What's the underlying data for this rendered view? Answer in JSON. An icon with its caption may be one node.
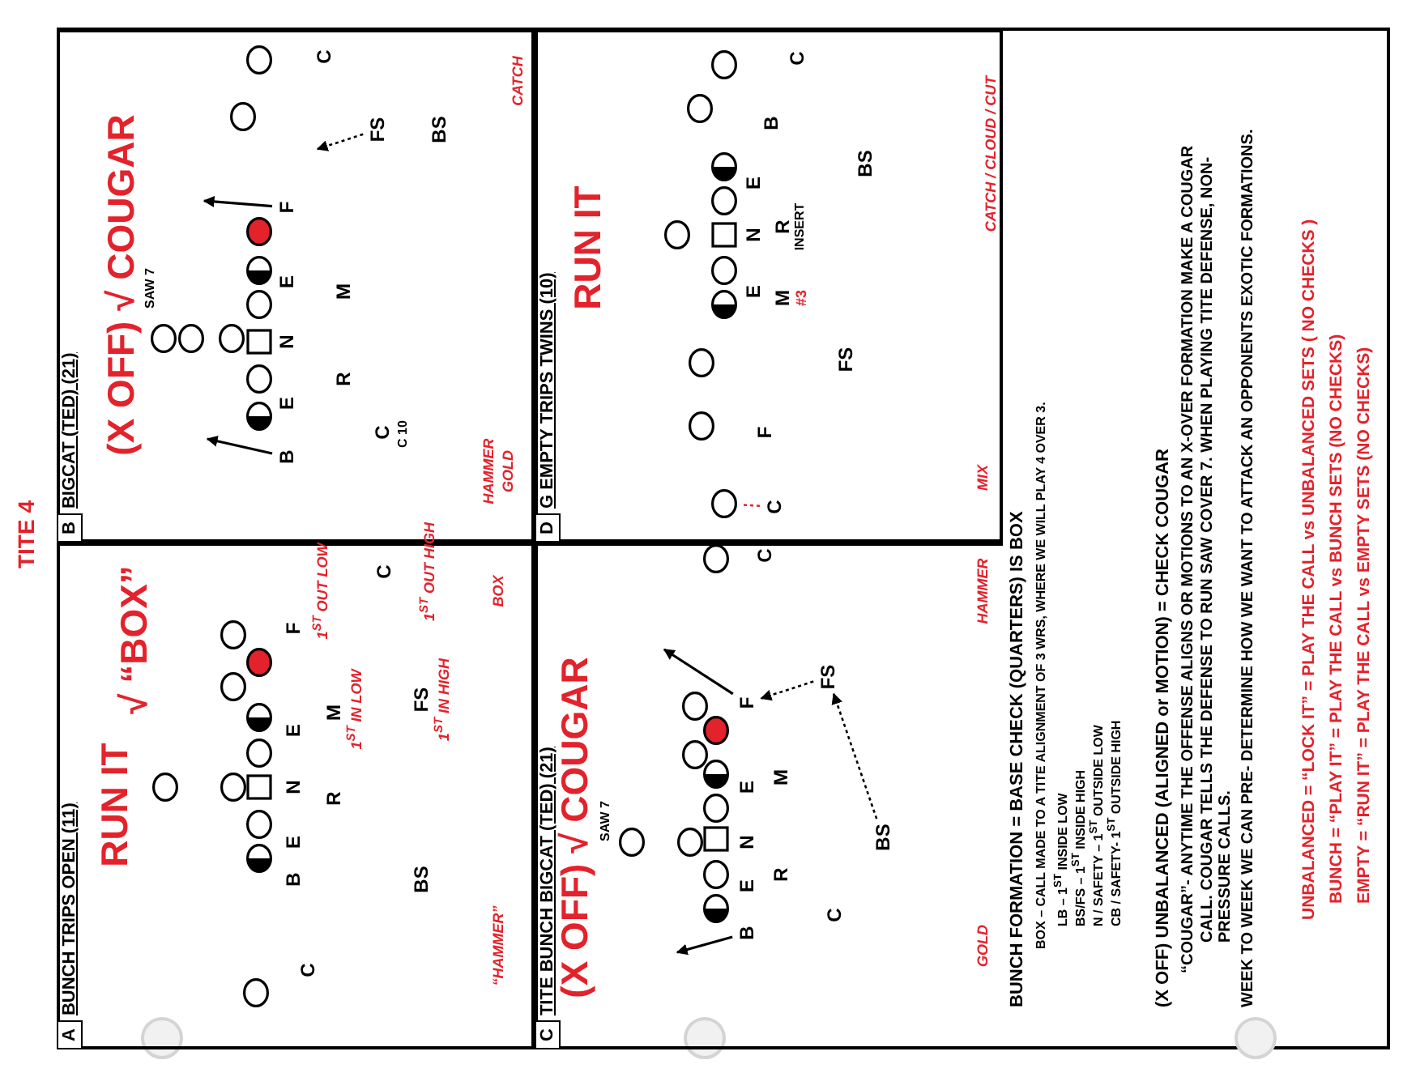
{
  "diagram": {
    "title": "TITE 4",
    "nodes": [
      {
        "text": [
          "A",
          "BUNCH TRIPS OPEN (11)"
        ]
      },
      {
        "text": [],
        "shape": "circle",
        "in": 0
      },
      {
        "text": [],
        "shape": "circle",
        "in": 0
      },
      {
        "text": [],
        "shape": "circle",
        "in": 0
      },
      {
        "text": [],
        "shape": "circle",
        "in": 0
      },
      {
        "text": [],
        "shape": "circle",
        "in": 0
      },
      {
        "text": [],
        "shape": "circle",
        "in": 0
      },
      {
        "text": [],
        "shape": "circle",
        "in": 0
      },
      {
        "text": [],
        "shape": "box",
        "in": 0
      },
      {
        "text": [],
        "shape": "circle",
        "in": 0
      },
      {
        "text": [],
        "shape": "circle",
        "in": 0
      },
      {
        "text": [],
        "shape": "circle",
        "in": 0
      },
      {
        "text": [
          "B",
          "BIGCAT (TED) (21)"
        ]
      },
      {
        "text": [
          "B"
        ],
        "in": 12
      },
      {
        "text": [
          "F"
        ],
        "in": 12
      },
      {
        "text": [
          "FS"
        ],
        "in": 12
      },
      {
        "text": [],
        "shape": "circle",
        "in": 12
      },
      {
        "text": [],
        "shape": "circle",
        "in": 12
      },
      {
        "text": [],
        "shape": "circle",
        "in": 12
      },
      {
        "text": [],
        "shape": "circle",
        "in": 12
      },
      {
        "text": [],
        "shape": "circle",
        "in": 12
      },
      {
        "text": [],
        "shape": "box",
        "in": 12
      },
      {
        "text": [],
        "shape": "circle",
        "in": 12
      },
      {
        "text": [],
        "shape": "circle",
        "in": 12
      },
      {
        "text": [],
        "shape": "circle",
        "in": 12
      },
      {
        "text": [],
        "shape": "circle",
        "in": 12
      },
      {
        "text": [],
        "shape": "circle",
        "in": 12
      },
      {
        "text": [
          "C",
          "TITE BUNCH BIGCAT (TED) (21)"
        ]
      },
      {
        "text": [
          "B"
        ],
        "in": 27
      },
      {
        "text": [
          "F"
        ],
        "in": 27
      },
      {
        "text": [
          "FS"
        ],
        "in": 27
      },
      {
        "text": [
          "BS"
        ],
        "in": 27
      },
      {
        "text": [],
        "shape": "circle",
        "in": 27
      },
      {
        "text": [],
        "shape": "circle",
        "in": 27
      },
      {
        "text": [],
        "shape": "circle",
        "in": 27
      },
      {
        "text": [],
        "shape": "circle",
        "in": 27
      },
      {
        "text": [],
        "shape": "circle",
        "in": 27
      },
      {
        "text": [],
        "shape": "circle",
        "in": 27
      },
      {
        "text": [],
        "shape": "circle",
        "in": 27
      },
      {
        "text": [],
        "shape": "box",
        "in": 27
      },
      {
        "text": [],
        "shape": "circle",
        "in": 27
      },
      {
        "text": [],
        "shape": "circle",
        "in": 27
      },
      {
        "text": [],
        "shape": "circle",
        "in": 27
      },
      {
        "text": [
          "D",
          "G EMPTY TRIPS TWINS (10)"
        ]
      },
      {
        "text": [
          "C"
        ],
        "in": 43
      },
      {
        "text": [],
        "shape": "circle",
        "in": 43
      },
      {
        "text": [],
        "shape": "circle",
        "in": 43
      },
      {
        "text": [],
        "shape": "circle",
        "in": 43
      },
      {
        "text": [],
        "shape": "circle",
        "in": 43
      },
      {
        "text": [],
        "shape": "circle",
        "in": 43
      },
      {
        "text": [],
        "shape": "circle",
        "in": 43
      },
      {
        "text": [],
        "shape": "circle",
        "in": 43
      },
      {
        "text": [],
        "shape": "circle",
        "in": 43
      },
      {
        "text": [],
        "shape": "box",
        "in": 43
      },
      {
        "text": [],
        "shape": "circle",
        "in": 43
      },
      {
        "text": [],
        "shape": "circle",
        "in": 43
      }
    ],
    "edges": [
      {
        "from": 13,
        "to": null,
        "arrow": "to"
      },
      {
        "from": 14,
        "to": null,
        "arrow": "to"
      },
      {
        "from": 15,
        "to": null,
        "arrow": "to",
        "style": "dashed"
      },
      {
        "from": 28,
        "to": null,
        "arrow": "to"
      },
      {
        "from": 29,
        "to": null,
        "arrow": "to"
      },
      {
        "from": 30,
        "to": 29,
        "arrow": "to",
        "style": "dashed"
      },
      {
        "from": 31,
        "to": 30,
        "arrow": "to",
        "style": "dashed"
      },
      {
        "from": 44,
        "to": 45,
        "arrow": "none",
        "style": "dashed",
        "color": "#e3222b"
      }
    ],
    "labels": [
      "RUN IT",
      "√ “BOX”",
      "C",
      "B",
      "E",
      "N",
      "E",
      "F",
      "1$^{ST}$ OUT LOW",
      "R",
      "M",
      "1$^{ST}$ IN LOW",
      "C",
      "BS",
      "FS",
      "1$^{ST}$ IN HIGH",
      "1$^{ST}$ OUT HIGH",
      "“HAMMER”",
      "BOX",
      "(X OFF) √ COUGAR",
      "SAW 7",
      "E",
      "N",
      "E",
      "R",
      "M",
      "C",
      "C 10",
      "C",
      "BS",
      "HAMMER",
      "GOLD",
      "CATCH",
      "(X OFF) √ COUGAR",
      "SAW 7",
      "E",
      "N",
      "E",
      "R",
      "M",
      "C",
      "C",
      "GOLD",
      "HAMMER",
      "RUN IT",
      "E",
      "N",
      "E",
      "F",
      "M",
      "#3",
      "R",
      "INSERT",
      "B",
      "C",
      "FS",
      "BS",
      "MIX",
      "CATCH / CLOUD / CUT",
      "BUNCH FORMATION = BASE CHECK (QUARTERS) IS BOX",
      "**BOX** – CALL MADE TO A TITE ALIGNMENT OF 3 WRS, WHERE WE WILL PLAY 4 OVER 3.",
      "LB – 1$^{ST}$ INSIDE LOW",
      "BS/FS – 1$^{ST}$ INSIDE HIGH",
      "N / SAFETY – 1$^{ST}$ OUTSIDE LOW",
      "CB / SAFETY- 1$^{ST}$ OUTSIDE HIGH",
      "(X OFF) UNBALANCED (ALIGNED or MOTION) = CHECK COUGAR",
      "**“COUGAR”**- ANYTIME THE OFFENSE ALIGNS OR MOTIONS TO AN X-OVER FORMATION MAKE A COUGAR CALL. COUGAR TELLS THE DEFENSE TO RUN SAW COVER 7. WHEN PLAYING TITE DEFENSE, NON-PRESSURE CALLS.",
      "WEEK TO WEEK WE CAN PRE- DETERMINE HOW WE WANT TO ATTACK AN OPPONENTS EXOTIC FORMATIONS.",
      "UNBALANCED = “LOCK IT” = PLAY THE CALL vs UNBALANCED SETS ( NO CHECKS )",
      "BUNCH = “PLAY IT” = PLAY THE CALL vs BUNCH SETS (NO CHECKS)",
      "EMPTY = “RUN IT” = PLAY THE CALL vs EMPTY SETS (NO CHECKS)"
    ]
  }
}
